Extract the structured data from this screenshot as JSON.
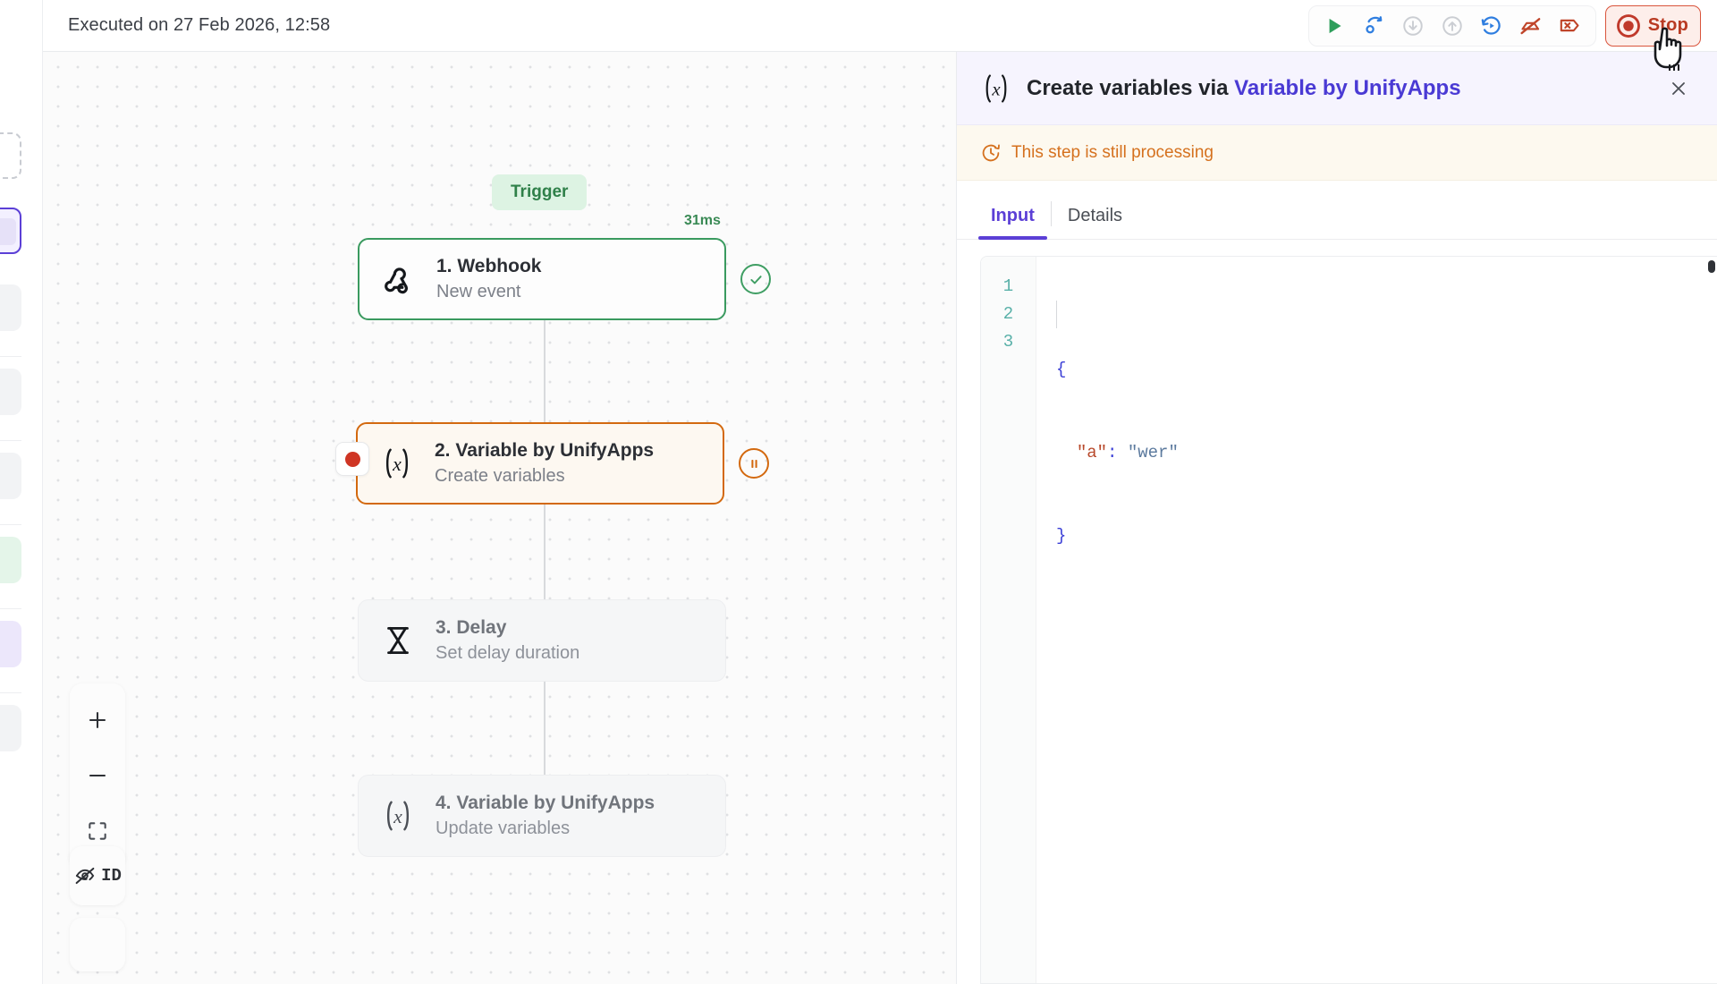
{
  "topbar": {
    "execution_label": "Executed on 27 Feb 2026, 12:58",
    "stop_label": "Stop",
    "tools": [
      {
        "name": "run-button",
        "icon": "play-icon",
        "color": "#2e9e5b",
        "enabled": true
      },
      {
        "name": "rerun-button",
        "icon": "redo-arrow-icon",
        "color": "#2f7ee0",
        "enabled": true
      },
      {
        "name": "download-button",
        "icon": "download-circle-icon",
        "color": "#c9ccd1",
        "enabled": false
      },
      {
        "name": "upload-button",
        "icon": "upload-circle-icon",
        "color": "#c9ccd1",
        "enabled": false
      },
      {
        "name": "replay-button",
        "icon": "replay-clock-icon",
        "color": "#2f7ee0",
        "enabled": true
      },
      {
        "name": "disable-link-button",
        "icon": "link-off-icon",
        "color": "#c0452a",
        "enabled": true
      },
      {
        "name": "clear-execution-button",
        "icon": "tag-x-icon",
        "color": "#c0452a",
        "enabled": true
      }
    ]
  },
  "canvas": {
    "trigger_badge": "Trigger",
    "duration_label": "31ms",
    "zoom_controls": [
      {
        "name": "zoom-in-button",
        "icon": "plus-icon"
      },
      {
        "name": "zoom-out-button",
        "icon": "minus-icon"
      },
      {
        "name": "fit-to-screen-button",
        "icon": "fit-screen-icon"
      }
    ],
    "id_toggle": {
      "label": "ID",
      "icon": "eye-off-icon"
    },
    "nodes": [
      {
        "title": "1. Webhook",
        "subtitle": "New event",
        "icon": "webhook-icon",
        "state": "done",
        "status_icon": "check-circle-icon"
      },
      {
        "title": "2. Variable by UnifyApps",
        "subtitle": "Create variables",
        "icon": "variable-x-icon",
        "state": "active",
        "status_icon": "pause-circle-icon",
        "breakpoint": true
      },
      {
        "title": "3. Delay",
        "subtitle": "Set delay duration",
        "icon": "hourglass-icon",
        "state": "idle",
        "status_icon": ""
      },
      {
        "title": "4. Variable by UnifyApps",
        "subtitle": "Update variables",
        "icon": "variable-x-icon",
        "state": "idle",
        "status_icon": ""
      }
    ]
  },
  "panel": {
    "icon": "variable-x-icon",
    "title_prefix": "Create variables via ",
    "title_accent": "Variable by UnifyApps",
    "close_icon": "close-icon",
    "notice": {
      "icon": "clock-processing-icon",
      "text": "This step is still processing"
    },
    "tabs": [
      {
        "label": "Input",
        "active": true
      },
      {
        "label": "Details",
        "active": false
      }
    ],
    "editor": {
      "line_numbers": [
        "1",
        "2",
        "3"
      ],
      "lines": [
        {
          "brace": "{"
        },
        {
          "key": "\"a\"",
          "punct": ": ",
          "value": "\"wer\""
        },
        {
          "brace": "}"
        }
      ]
    }
  },
  "colors": {
    "accent_purple": "#5b3fd6",
    "success_green": "#3a9a5f",
    "active_orange": "#d3690f",
    "danger_red": "#c0452a"
  }
}
